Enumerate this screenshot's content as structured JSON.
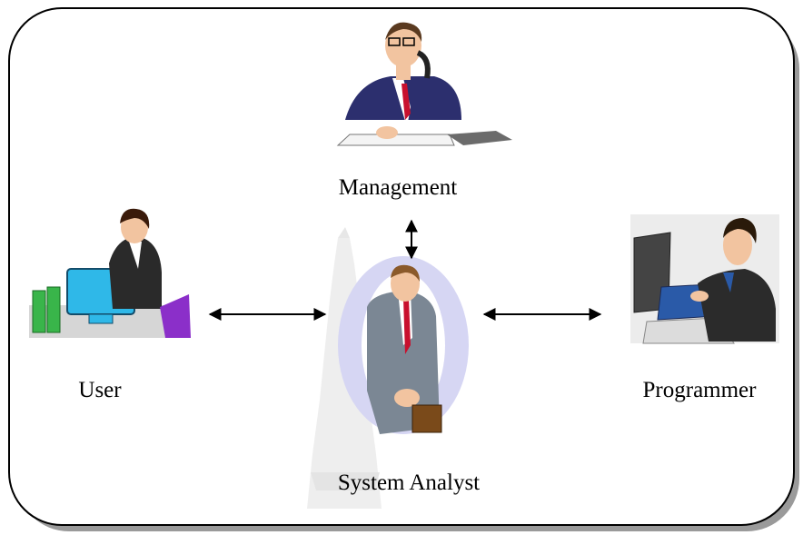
{
  "diagram": {
    "nodes": [
      {
        "id": "management",
        "label": "Management",
        "icon": "manager-on-phone-icon"
      },
      {
        "id": "user",
        "label": "User",
        "icon": "user-at-computer-icon"
      },
      {
        "id": "analyst",
        "label": "System Analyst",
        "icon": "analyst-handshake-icon"
      },
      {
        "id": "programmer",
        "label": "Programmer",
        "icon": "programmer-at-computer-icon"
      }
    ],
    "edges": [
      {
        "from": "management",
        "to": "analyst",
        "direction": "both"
      },
      {
        "from": "user",
        "to": "analyst",
        "direction": "both"
      },
      {
        "from": "analyst",
        "to": "programmer",
        "direction": "both"
      }
    ]
  },
  "colors": {
    "frame_stroke": "#000000",
    "frame_shadow": "#8c8c8c",
    "suit_dark": "#2c2f6e",
    "suit_grey": "#7b8794",
    "tie_red": "#c8102e",
    "monitor_cyan": "#2fb8e8",
    "folder_green": "#39b54a",
    "watermark_blue": "#c9c9f0",
    "watermark_grey": "#e6e6e6"
  }
}
